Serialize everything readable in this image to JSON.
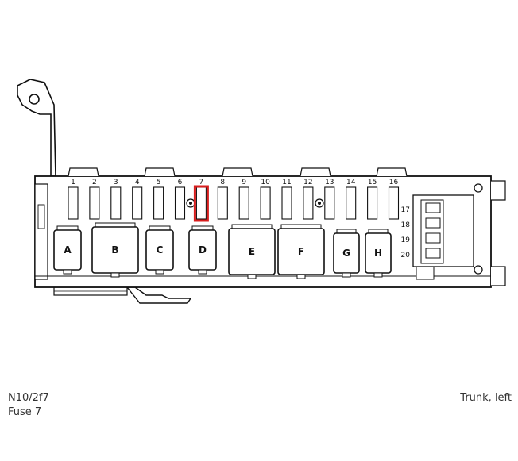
{
  "fuse_numbers": [
    "1",
    "2",
    "3",
    "4",
    "5",
    "6",
    "7",
    "8",
    "9",
    "10",
    "11",
    "12",
    "13",
    "14",
    "15",
    "16"
  ],
  "side_fuse_numbers": [
    "17",
    "18",
    "19",
    "20"
  ],
  "relays": [
    "A",
    "B",
    "C",
    "D",
    "E",
    "F",
    "G",
    "H"
  ],
  "highlighted_fuse": "7",
  "highlight_color": "#d81e1e",
  "caption": {
    "component": "N10/2f7",
    "fuse": "Fuse 7",
    "location": "Trunk, left"
  }
}
